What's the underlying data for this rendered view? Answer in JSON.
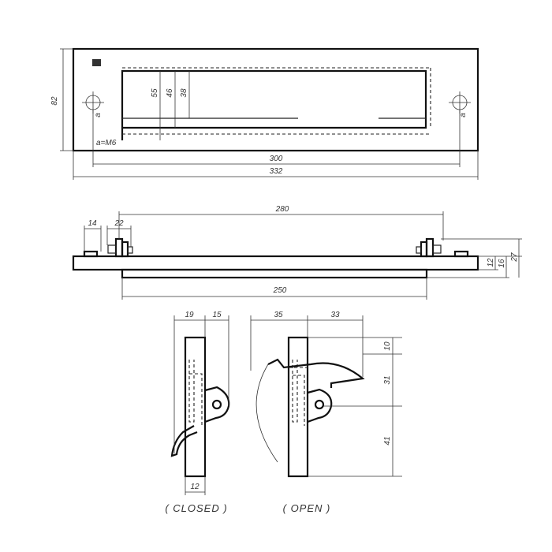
{
  "front_view": {
    "width_inner": "300",
    "width_outer": "332",
    "height": "82",
    "slot_outer": "55",
    "slot_mid": "46",
    "slot_inner": "38",
    "hole_label_left": "a",
    "hole_label_right": "a",
    "hole_spec": "a=M6"
  },
  "side_view": {
    "offset_a": "14",
    "offset_b": "22",
    "span_top": "280",
    "span_bottom": "250",
    "h_plate": "12",
    "h_mid": "16",
    "h_total": "27"
  },
  "closed_view": {
    "top_left": "19",
    "top_right": "15",
    "bottom": "12",
    "caption": "( CLOSED )"
  },
  "open_view": {
    "top_left": "35",
    "top_right": "33",
    "right_a": "10",
    "right_b": "31",
    "right_c": "41",
    "caption": "( OPEN )"
  }
}
